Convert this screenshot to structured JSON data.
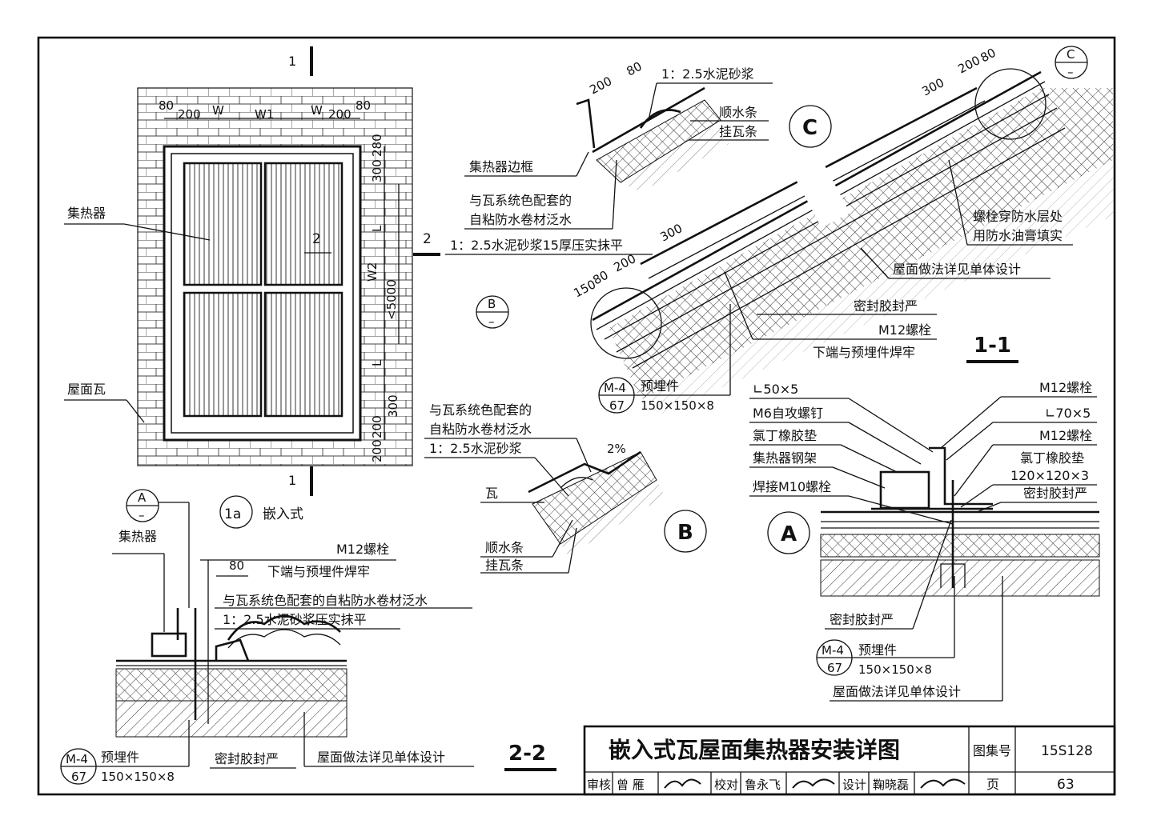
{
  "sheet": {
    "title": "嵌入式瓦屋面集热器安装详图",
    "atlas_label": "图集号",
    "atlas_no": "15S128",
    "page_label": "页",
    "page_no": "63",
    "review_label": "审核",
    "reviewer": "曾 雁",
    "check_label": "校对",
    "checker": "鲁永飞",
    "design_label": "设计",
    "designer": "鞠晓磊"
  },
  "plan": {
    "view_no": "1a",
    "view_title": "嵌入式",
    "section_mark": "1",
    "section_mark_2": "2",
    "collector_label": "集热器",
    "tile_label": "屋面瓦",
    "dims_top": [
      "80",
      "200",
      "W",
      "W1",
      "W",
      "200",
      "80"
    ],
    "dims_right": [
      "280",
      "300",
      "L",
      "W2",
      "<5000",
      "L",
      "300",
      "200",
      "200"
    ],
    "panel_label": "2"
  },
  "section_1_1": {
    "title": "1-1",
    "labels": {
      "mortar_flat": "1：2.5水泥砂浆15厚压实抹平",
      "bolt_fill_1": "螺栓穿防水层处",
      "bolt_fill_2": "用防水油膏填实",
      "roof_note": "屋面做法详见单体设计",
      "sealant": "密封胶封严",
      "bolt": "M12螺栓",
      "weld": "下端与预埋件焊牢",
      "embed": "预埋件",
      "embed_size": "150×150×8",
      "ref_top": "M-4",
      "ref_bottom": "67"
    },
    "dims": [
      "300",
      "200",
      "80",
      "300",
      "200",
      "80",
      "150"
    ],
    "callout_b": "B",
    "callout_c": "C",
    "callout_dash": "–"
  },
  "detail_c": {
    "title": "C",
    "labels": [
      "1：2.5水泥砂浆",
      "顺水条",
      "挂瓦条",
      "集热器边框",
      "与瓦系统色配套的",
      "自粘防水卷材泛水"
    ],
    "dims": [
      "200",
      "80"
    ]
  },
  "detail_b": {
    "title": "B",
    "labels": [
      "与瓦系统色配套的",
      "自粘防水卷材泛水",
      "1：2.5水泥砂浆",
      "瓦",
      "顺水条",
      "挂瓦条"
    ],
    "slope": "2%"
  },
  "detail_a": {
    "title": "A",
    "left_labels": [
      "∟50×5",
      "M6自攻螺钉",
      "氯丁橡胶垫",
      "集热器钢架",
      "焊接M10螺栓"
    ],
    "right_labels": [
      "M12螺栓",
      "∟70×5",
      "M12螺栓",
      "氯丁橡胶垫",
      "120×120×3",
      "密封胶封严"
    ],
    "bottom_labels": [
      "密封胶封严",
      "预埋件",
      "150×150×8",
      "屋面做法详见单体设计"
    ],
    "ref_top": "M-4",
    "ref_bottom": "67"
  },
  "section_2_2": {
    "title": "2-2",
    "callout": "A",
    "callout_dash": "–",
    "labels": {
      "collector": "集热器",
      "bolt": "M12螺栓",
      "weld": "下端与预埋件焊牢",
      "flash": "与瓦系统色配套的自粘防水卷材泛水",
      "mortar": "1：2.5水泥砂浆压实抹平",
      "embed": "预埋件",
      "embed_size": "150×150×8",
      "sealant": "密封胶封严",
      "roof_note": "屋面做法详见单体设计",
      "ref_top": "M-4",
      "ref_bottom": "67"
    },
    "dim": "80"
  }
}
